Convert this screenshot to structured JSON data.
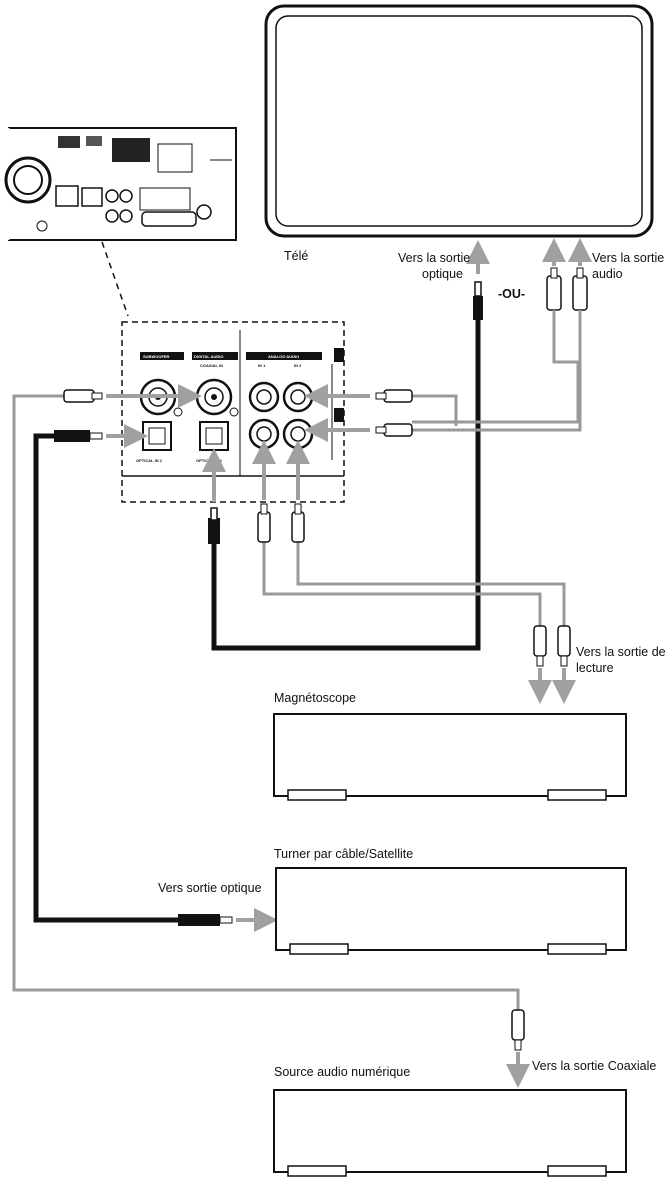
{
  "labels": {
    "tv": "Télé",
    "to_optical_out_line1": "Vers la sortie",
    "to_optical_out_line2": "optique",
    "or": "-OU-",
    "to_audio_out_line1": "Vers la sortie",
    "to_audio_out_line2": "audio",
    "playback_out_line1": "Vers la sortie de",
    "playback_out_line2": "lecture",
    "vcr": "Magnétoscope",
    "cable_tuner": "Turner par câble/Satellite",
    "to_optical_out_left": "Vers sortie optique",
    "to_coaxial_out": "Vers la sortie Coaxiale",
    "digital_source": "Source audio numérique"
  },
  "panel_labels": {
    "subwoofer": "SUBWOOFER",
    "digital_audio": "DIGITAL AUDIO",
    "coaxial_in": "COAXIAL IN",
    "analog_audio": "ANALOG AUDIO",
    "in1": "IN 1",
    "in2": "IN 2",
    "optical_in1": "OPTICAL IN 1",
    "optical_in2": "OPTICAL IN 2"
  },
  "colors": {
    "line": "#111111",
    "cable_gray": "#9a9a9a",
    "arrow_gray": "#a0a0a0",
    "background": "#ffffff"
  }
}
